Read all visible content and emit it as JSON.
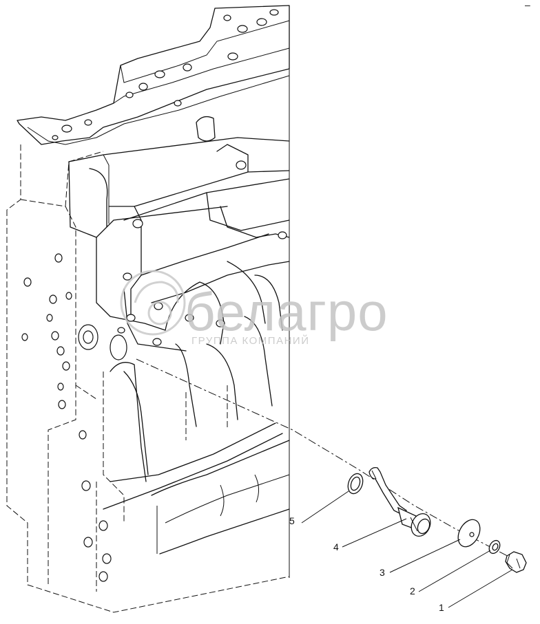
{
  "watermark": {
    "brand": "белагро",
    "tagline": "ГРУППА КОМПАНИЙ"
  },
  "callouts": [
    {
      "number": "1",
      "part": "bolt"
    },
    {
      "number": "2",
      "part": "washer"
    },
    {
      "number": "3",
      "part": "flange-plate"
    },
    {
      "number": "4",
      "part": "oil-nozzle"
    },
    {
      "number": "5",
      "part": "o-ring"
    }
  ],
  "corner_mark": "–"
}
